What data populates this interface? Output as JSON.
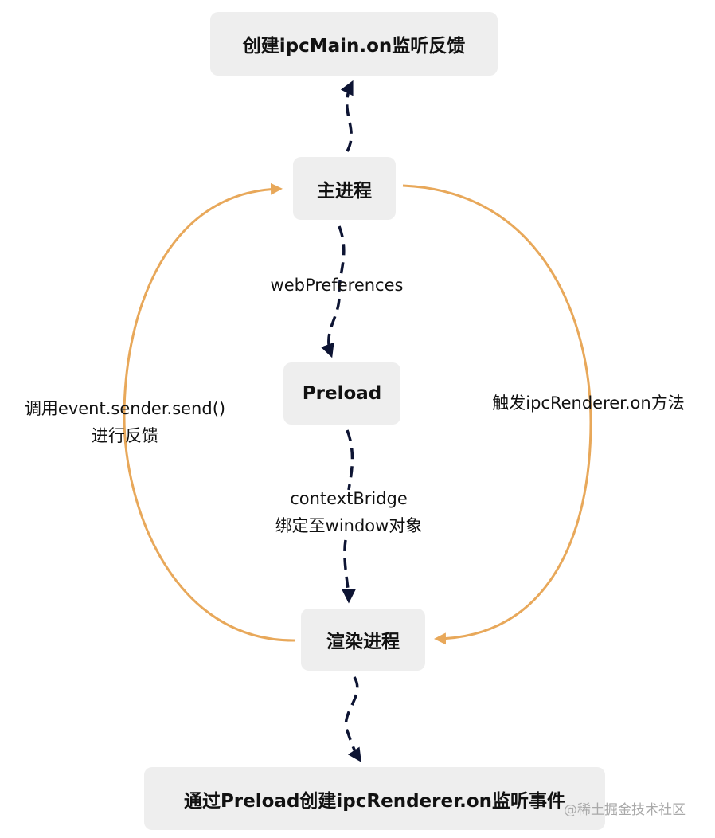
{
  "nodes": {
    "main_listen": "创建ipcMain.on监听反馈",
    "main_process": "主进程",
    "preload": "Preload",
    "renderer_process": "渲染进程",
    "renderer_listen": "通过Preload创建ipcRenderer.on监听事件"
  },
  "edge_labels": {
    "web_preferences": "webPreferences",
    "context_bridge_line1": "contextBridge",
    "context_bridge_line2": "绑定至window对象",
    "sender_send_line1": "调用event.sender.send()",
    "sender_send_line2": "进行反馈",
    "trigger_renderer_on": "触发ipcRenderer.on方法"
  },
  "colors": {
    "dashed_arrow": "#0d1433",
    "orange_arrow": "#e8a85a",
    "box_fill": "#eeeeee"
  },
  "watermark": "@稀土掘金技术社区"
}
